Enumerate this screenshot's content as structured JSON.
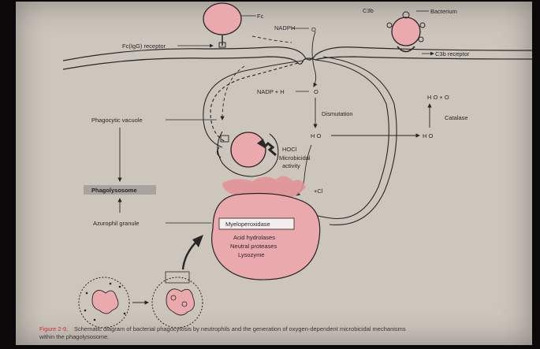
{
  "labels": {
    "fc": "Fc",
    "c3b": "C3b",
    "bacterium": "Bacterium",
    "nadph": "NADPH",
    "o2_top": "O",
    "fc_receptor": "Fc(IgG) receptor",
    "c3b_receptor": "C3b receptor",
    "nadp_h": "NADP + H",
    "superoxide": "O",
    "dismutation": "Dismutation",
    "h2o_o2": "H O + O",
    "catalase": "Catalase",
    "h2o2_mid": "H O",
    "h2o2_right": "H O",
    "phagocytic_vacuole": "Phagocytic vacuole",
    "hocl": "HOCl",
    "microbicidal_1": "Microbicidal",
    "microbicidal_2": "activity",
    "cl": "+Cl",
    "phagolysosome": "Phagolysosome",
    "azurophil_granule": "Azurophil granule",
    "myeloperoxidase": "Myeloperoxidase",
    "acid_hydrolases": "Acid hydrolases",
    "neutral_proteases": "Neutral proteases",
    "lysozyme": "Lysozyme"
  },
  "caption": {
    "figure_label": "Figure 2-9.",
    "line1": "Schematic diagram of bacterial phagocytosis by neutrophils and the generation of oxygen-dependent microbicidal mechanisms",
    "line2": "within the phagolysosome."
  },
  "colors": {
    "pink": "#eaa9ad",
    "pink_dark": "#e48f95",
    "ink": "#2a2526",
    "caption_red": "#c33"
  }
}
